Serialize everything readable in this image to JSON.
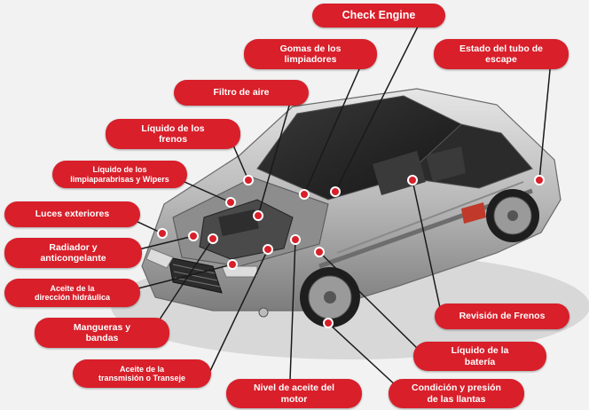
{
  "accent_color": "#d81f2a",
  "labels": {
    "check_engine": "Check Engine",
    "gomas": "Gomas de los\nlimpiadores",
    "estado_tubo": "Estado del tubo de\nescape",
    "filtro_aire": "Filtro de aire",
    "liquido_frenos": "Líquido de los\nfrenos",
    "liquido_limpia": "Líquido de los\nlimpiaparabrisas y Wipers",
    "luces": "Luces exteriores",
    "radiador": "Radiador y\nanticongelante",
    "aceite_direccion": "Aceite de la\ndirección hidráulica",
    "mangueras": "Mangueras y\nbandas",
    "aceite_transmision": "Aceite de la\ntransmisión o Transeje",
    "nivel_aceite": "Nivel de aceite del\nmotor",
    "condicion_llantas": "Condición y presión\nde las llantas",
    "liquido_bateria": "Líquido de la\nbatería",
    "revision_frenos": "Revisión de Frenos"
  }
}
